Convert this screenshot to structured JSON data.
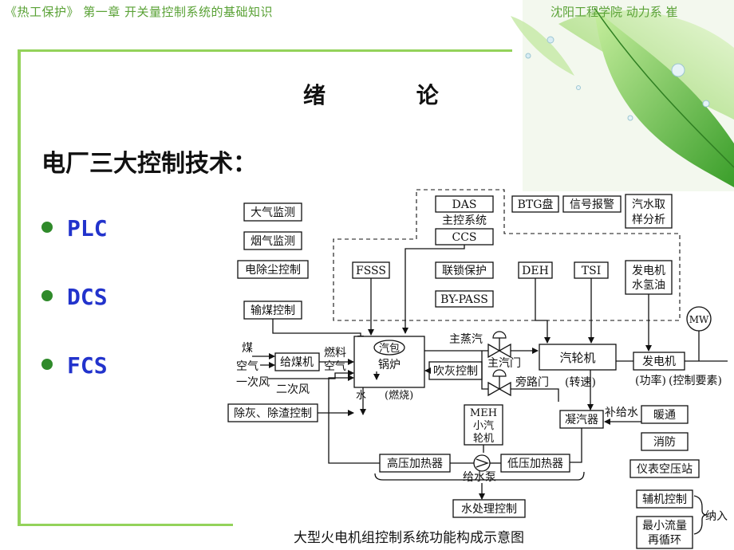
{
  "header": {
    "left": "《热工保护》 第一章 开关量控制系统的基础知识",
    "right": "沈阳工程学院 动力系 崔"
  },
  "slide": {
    "title": "绪 论",
    "subtitle": "电厂三大控制技术：",
    "bullets": [
      "PLC",
      "DCS",
      "FCS"
    ]
  },
  "diagram": {
    "caption": "大型火电机组控制系统功能构成示意图",
    "boxes": {
      "atmos": "大气监测",
      "flue": "烟气监测",
      "esp": "电除尘控制",
      "coal_conv": "输煤控制",
      "das": "DAS",
      "main_ctrl": "主控系统",
      "ccs": "CCS",
      "btg": "BTG盘",
      "alarm": "信号报警",
      "sampling_1": "汽水取",
      "sampling_2": "样分析",
      "fsss": "FSSS",
      "interlock": "联锁保护",
      "deh": "DEH",
      "tsi": "TSI",
      "gen_oil_1": "发电机",
      "gen_oil_2": "水氢油",
      "bypass": "BY-PASS",
      "feeder": "给煤机",
      "boiler_drum": "汽包",
      "boiler": "锅炉",
      "boiler_water": "水",
      "boiler_fire": "(燃烧)",
      "soot": "吹灰控制",
      "turbine": "汽轮机",
      "generator": "发电机",
      "mw": "MW",
      "ash": "除灰、除渣控制",
      "meh_1": "MEH",
      "meh_2": "小汽",
      "meh_3": "轮机",
      "condenser": "凝汽器",
      "hp_heater": "高压加热器",
      "lp_heater": "低压加热器",
      "water_treat": "水处理控制",
      "hvac": "暖通",
      "fire": "消防",
      "air_comp": "仪表空压站",
      "aux": "辅机控制",
      "minflow_1": "最小流量",
      "minflow_2": "再循环"
    },
    "labels": {
      "coal": "煤",
      "air": "空气",
      "primary_air": "一次风",
      "secondary_air": "二次风",
      "fuel": "燃料",
      "fuel_air": "空气",
      "main_steam": "主蒸汽",
      "main_valve": "主汽门",
      "bypass_valve": "旁路门",
      "speed": "(转速)",
      "power": "(功率)",
      "ctrl_factor": "(控制要素)",
      "makeup": "补给水",
      "feed_pump": "给水泵",
      "include": "纳入"
    }
  },
  "colors": {
    "header_text": "#5aa236",
    "frame": "#93d25a",
    "bullet_text": "#2233cc",
    "bullet_dot": "#2f8a2a",
    "leaf_dark": "#3a9e2a",
    "leaf_light": "#a9e27a"
  }
}
